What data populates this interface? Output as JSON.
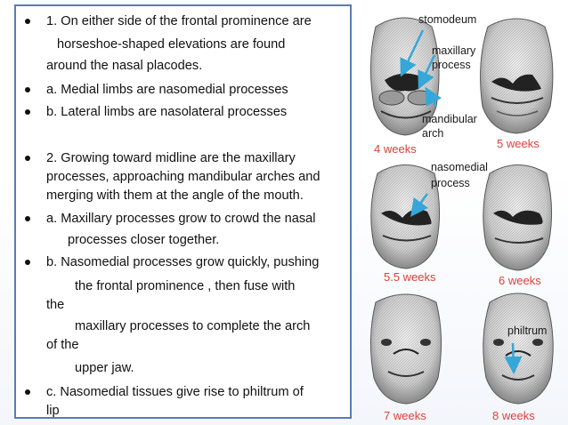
{
  "bullets": [
    {
      "lines": [
        "1. On either side of the frontal prominence are",
        "horseshoe-shaped elevations are found",
        "around the nasal placodes."
      ],
      "indent": [
        0,
        1,
        0
      ]
    },
    {
      "lines": [
        "a. Medial limbs are nasomedial processes"
      ],
      "indent": [
        0
      ]
    },
    {
      "lines": [
        "b. Lateral limbs are nasolateral processes"
      ],
      "indent": [
        0
      ]
    },
    {
      "lines": [
        "2. Growing toward midline are the maxillary",
        "processes, approaching mandibular arches and",
        "merging with them at the angle of the mouth."
      ],
      "indent": [
        0,
        0,
        0
      ]
    },
    {
      "lines": [
        "a. Maxillary processes grow to crowd the nasal",
        "processes closer together."
      ],
      "indent": [
        0,
        2
      ]
    },
    {
      "lines": [
        "b. Nasomedial processes grow quickly, pushing",
        "the frontal prominence , then fuse with",
        "the",
        "maxillary processes to complete the arch",
        "of the",
        "upper jaw."
      ],
      "indent": [
        0,
        3,
        0,
        3,
        0,
        3
      ]
    },
    {
      "lines": [
        "c. Nasomedial tissues give rise to philtrum of",
        "lip"
      ],
      "indent": [
        0,
        0
      ]
    }
  ],
  "figure": {
    "labels": {
      "stomodeum": "stomodeum",
      "maxillary_process": [
        "maxillary",
        "process"
      ],
      "mandibular_arch": [
        "mandibular",
        "arch"
      ],
      "nasomedial_process": [
        "nasomedial",
        "process"
      ],
      "philtrum": "philtrum"
    },
    "weeks": [
      "4 weeks",
      "5 weeks",
      "5.5 weeks",
      "6 weeks",
      "7 weeks",
      "8 weeks"
    ],
    "colors": {
      "week_label": "#e0403a",
      "arrow": "#35a7d8",
      "panel_border": "#5b7bb2"
    }
  }
}
